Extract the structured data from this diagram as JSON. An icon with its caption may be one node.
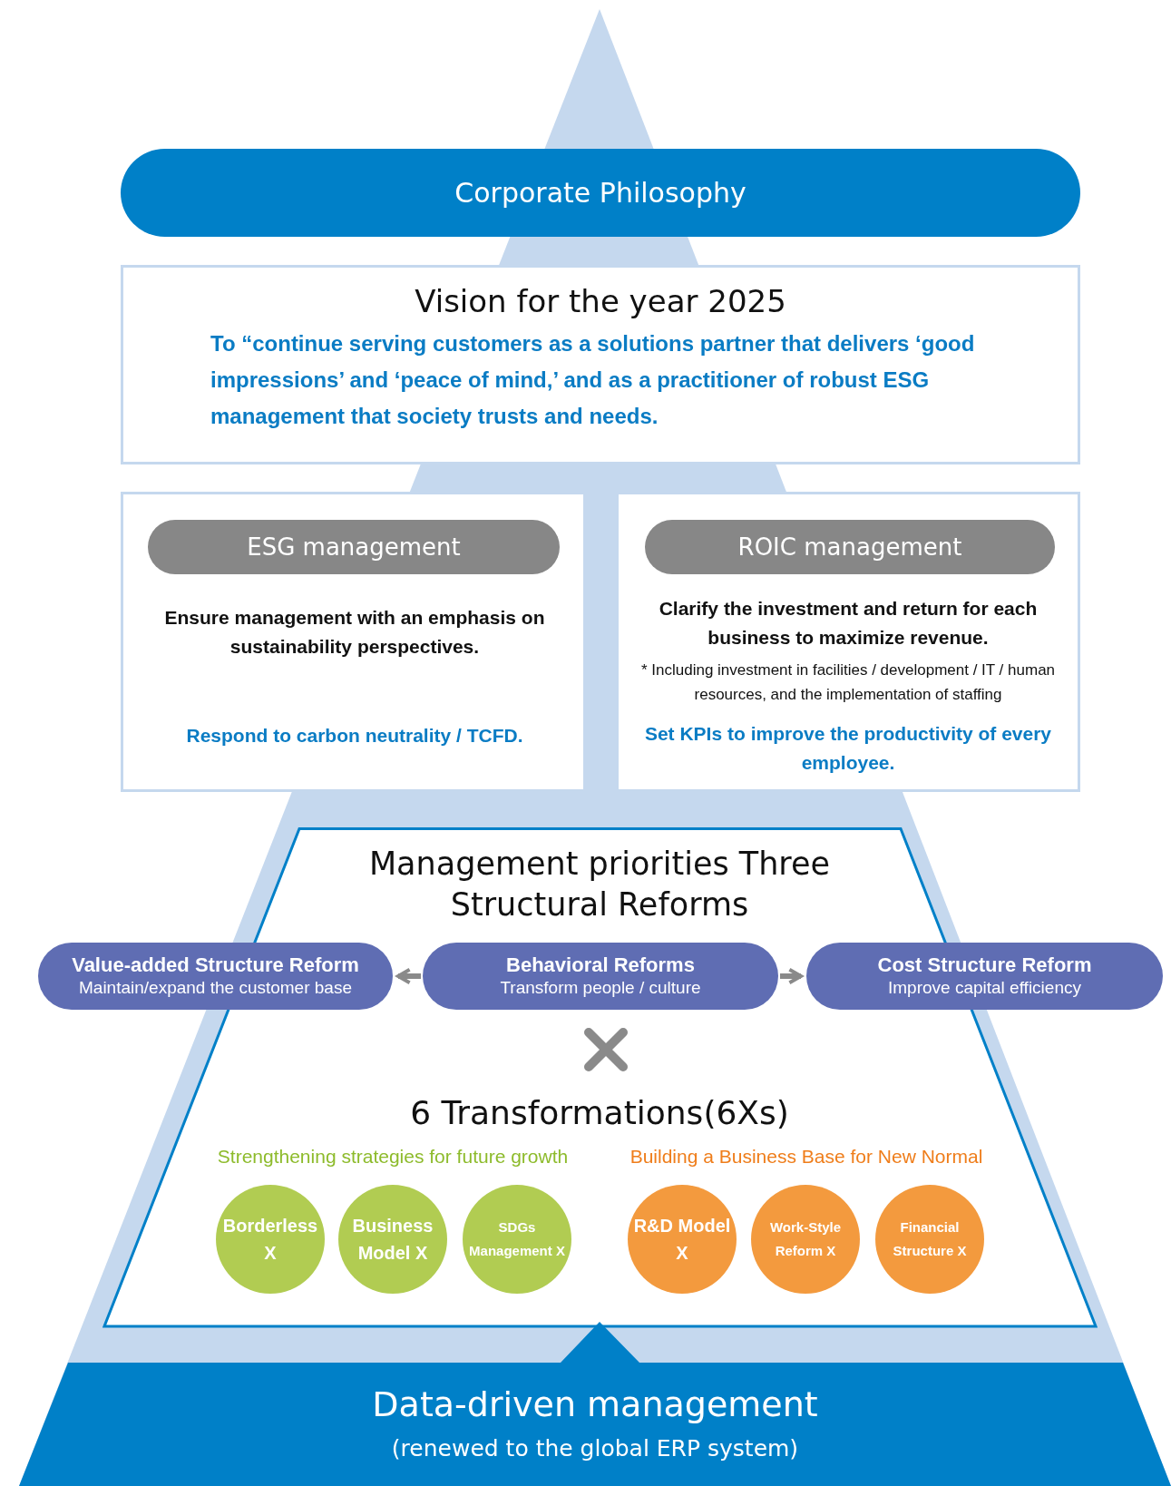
{
  "diagram": {
    "nodes": [
      {
        "text": [
          "Corporate Philosophy"
        ]
      },
      {
        "text": [
          "Vision for the year 2025",
          "To “continue serving customers as a solutions partner that delivers ‘good impressions’ and ‘peace of mind,’ and as a practitioner of robust ESG management that society trusts and needs."
        ]
      },
      {
        "text": [
          "Ensure management with an emphasis on sustainability perspectives.",
          "Respond to carbon neutrality / TCFD."
        ]
      },
      {
        "text": [
          "ESG management"
        ],
        "in": 2
      },
      {
        "text": [
          "Clarify the investment and return for each business to maximize revenue.",
          "* Including investment in facilities / development / IT / human resources, and the implementation of staffing",
          "Set KPIs to improve the productivity of every employee."
        ]
      },
      {
        "text": [
          "ROIC management"
        ],
        "in": 4
      },
      {
        "text": [
          "Management priorities Three Structural Reforms",
          "6 Transformations(6Xs)",
          "Strengthening strategies for future growth",
          "Building a Business Base for New Normal"
        ]
      },
      {
        "text": [
          "Value-added Structure Reform",
          "Maintain/expand the customer base"
        ]
      },
      {
        "text": [
          "Behavioral Reforms",
          "Transform people / culture"
        ],
        "in": 6
      },
      {
        "text": [
          "Cost Structure Reform",
          "Improve capital efficiency"
        ]
      },
      {
        "text": [
          "Borderless X"
        ],
        "in": 6
      },
      {
        "text": [
          "Business Model X"
        ],
        "in": 6
      },
      {
        "text": [
          "SDGs Management X"
        ],
        "in": 6
      },
      {
        "text": [
          "R&D Model X"
        ],
        "in": 6
      },
      {
        "text": [
          "Work-Style Reform X"
        ],
        "in": 6
      },
      {
        "text": [
          "Financial Structure X"
        ],
        "in": 6
      },
      {
        "text": [
          "Data-driven management",
          "(renewed to the global ERP system)"
        ]
      }
    ],
    "edges": [
      {
        "from": 8,
        "to": 7,
        "arrow": "to"
      },
      {
        "from": 8,
        "to": 9,
        "arrow": "to"
      }
    ]
  }
}
